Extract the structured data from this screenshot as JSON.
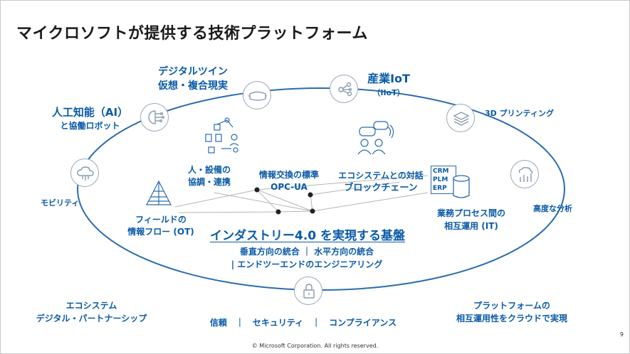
{
  "title": "マイクロソフトが提供する技術プラットフォーム",
  "ring_nodes": {
    "ai": {
      "line1": "人工知能（AI）",
      "line2": "と協働ロボット"
    },
    "digital_twin": {
      "line1": "デジタルツイン",
      "line2": "仮想・複合現実"
    },
    "iiot": {
      "line1": "産業IoT",
      "line2": "（IIoT）"
    },
    "printing": {
      "label": "3D プリンティング"
    },
    "mobility": {
      "label": "モビリティ"
    },
    "analytics": {
      "label": "高度な分析"
    }
  },
  "inner": {
    "people": {
      "line1": "人・設備の",
      "line2": "協調・連携"
    },
    "opcua": {
      "line1": "情報交換の標準",
      "line2": "OPC-UA"
    },
    "eco_dialog": {
      "line1": "エコシステムとの対話",
      "line2": "ブロックチェーン"
    },
    "field": {
      "line1": "フィールドの",
      "line2": "情報フロー (OT)"
    },
    "business": {
      "line1": "業務プロセス間の",
      "line2": "相互運用 (IT)"
    },
    "apps": [
      "CRM",
      "PLM",
      "ERP"
    ]
  },
  "core": {
    "title": "インダストリー4.0 を実現する基盤",
    "line1": "垂直方向の統合 ｜ 水平方向の統合",
    "line2": "| エンドツーエンドのエンジニアリング"
  },
  "bottom": {
    "ecosystem": {
      "line1": "エコシステム",
      "line2": "デジタル・パートナーシップ"
    },
    "security": "信頼　｜　セキュリティ　｜　コンプライアンス",
    "platform": {
      "line1": "プラットフォームの",
      "line2": "相互運用性をクラウドで実現"
    }
  },
  "footer": {
    "copyright": "© Microsoft Corporation. All rights reserved.",
    "page_number": "9"
  },
  "icons": [
    "brain-circuit-icon",
    "vr-headset-icon",
    "network-nodes-icon",
    "layers-icon",
    "cloud-icon",
    "analytics-chart-icon",
    "padlock-icon",
    "robot-arm-icon",
    "chat-people-icon",
    "pyramid-icon",
    "database-icon"
  ],
  "colors": {
    "accent": "#0a5aa8",
    "ring": "#2b6cb0",
    "icon": "#8a9bb0"
  }
}
